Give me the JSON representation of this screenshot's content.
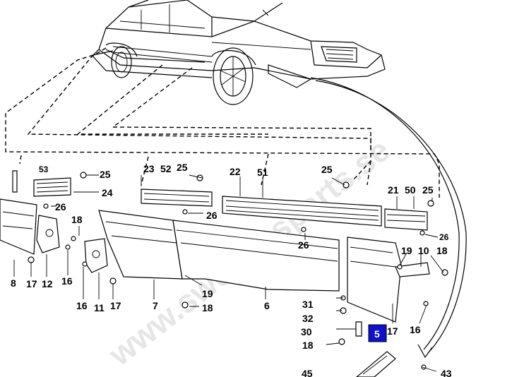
{
  "diagram": {
    "selected_label": "5",
    "watermark": "www.swedensparts.se",
    "labels": [
      "53",
      "25",
      "24",
      "26",
      "23",
      "52",
      "25",
      "26",
      "22",
      "51",
      "25",
      "21",
      "50",
      "25",
      "26",
      "26",
      "18",
      "19",
      "10",
      "18",
      "8",
      "17",
      "12",
      "16",
      "16",
      "11",
      "17",
      "7",
      "19",
      "18",
      "6",
      "31",
      "32",
      "30",
      "18",
      "17",
      "16",
      "45",
      "43"
    ]
  },
  "colors": {
    "selected_bg": "#1010c8",
    "line": "#000000",
    "watermark": "#e6e6e6"
  }
}
